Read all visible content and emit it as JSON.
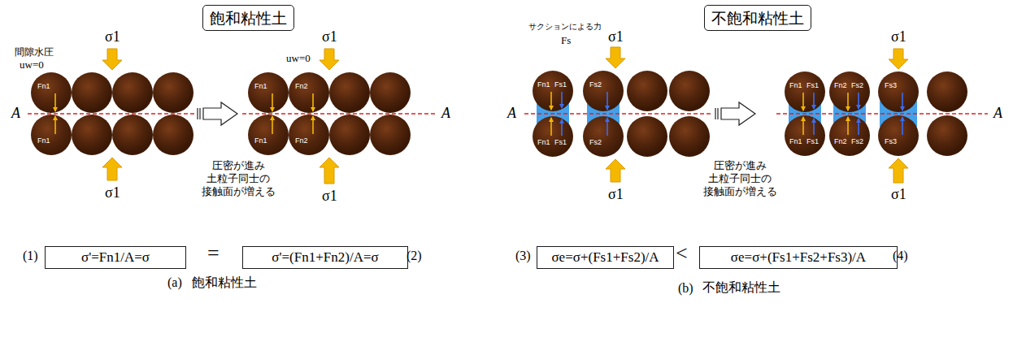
{
  "diagram": {
    "nodes": [
      {
        "text": [
          "飽和粘性土"
        ]
      },
      {
        "text": [
          "Fn1"
        ]
      },
      {
        "text": [
          "Fn1"
        ]
      },
      {
        "text": [
          "Fn1"
        ]
      },
      {
        "text": [
          "Fn2"
        ]
      },
      {
        "text": [
          "Fn1"
        ]
      },
      {
        "text": [
          "Fn2"
        ]
      },
      {
        "text": [
          "σ'=Fn1/A=σ"
        ]
      },
      {
        "text": [
          "σ'=(Fn1+Fn2)/A=σ"
        ]
      },
      {
        "text": [
          "不飽和粘性土"
        ]
      },
      {
        "text": [
          "Fn1",
          "Fs1"
        ]
      },
      {
        "text": [
          "Fs2"
        ]
      },
      {
        "text": [
          "Fn1",
          "Fs1"
        ]
      },
      {
        "text": [
          "Fs2"
        ]
      },
      {
        "text": [
          "Fn1",
          "Fs1"
        ]
      },
      {
        "text": [
          "Fn2",
          "Fs2"
        ]
      },
      {
        "text": [
          "Fs3"
        ]
      },
      {
        "text": [
          "Fn1",
          "Fs1"
        ]
      },
      {
        "text": [
          "Fn2",
          "Fs2"
        ]
      },
      {
        "text": [
          "Fs3"
        ]
      },
      {
        "text": [
          "σe=σ+(Fs1+Fs2)/A"
        ]
      },
      {
        "text": [
          "σe=σ+(Fs1+Fs2+Fs3)/A"
        ]
      }
    ],
    "labels": [
      "間隙水圧",
      "uw=0",
      "σ1",
      "A",
      "σ1",
      "uw=0",
      "σ1",
      "A",
      "圧密が進み 土粒子同士の 接触面が増える",
      "σ1",
      "(1)",
      "=",
      "(2)",
      "(a)",
      "飽和粘性土",
      "サクションによる力",
      "Fs",
      "σ1",
      "A",
      "σ1",
      "圧密が進み 土粒子同士の 接触面が増える",
      "σ1",
      "A",
      "σ1",
      "(3)",
      "<",
      "(4)",
      "(b)",
      "不飽和粘性土"
    ]
  }
}
